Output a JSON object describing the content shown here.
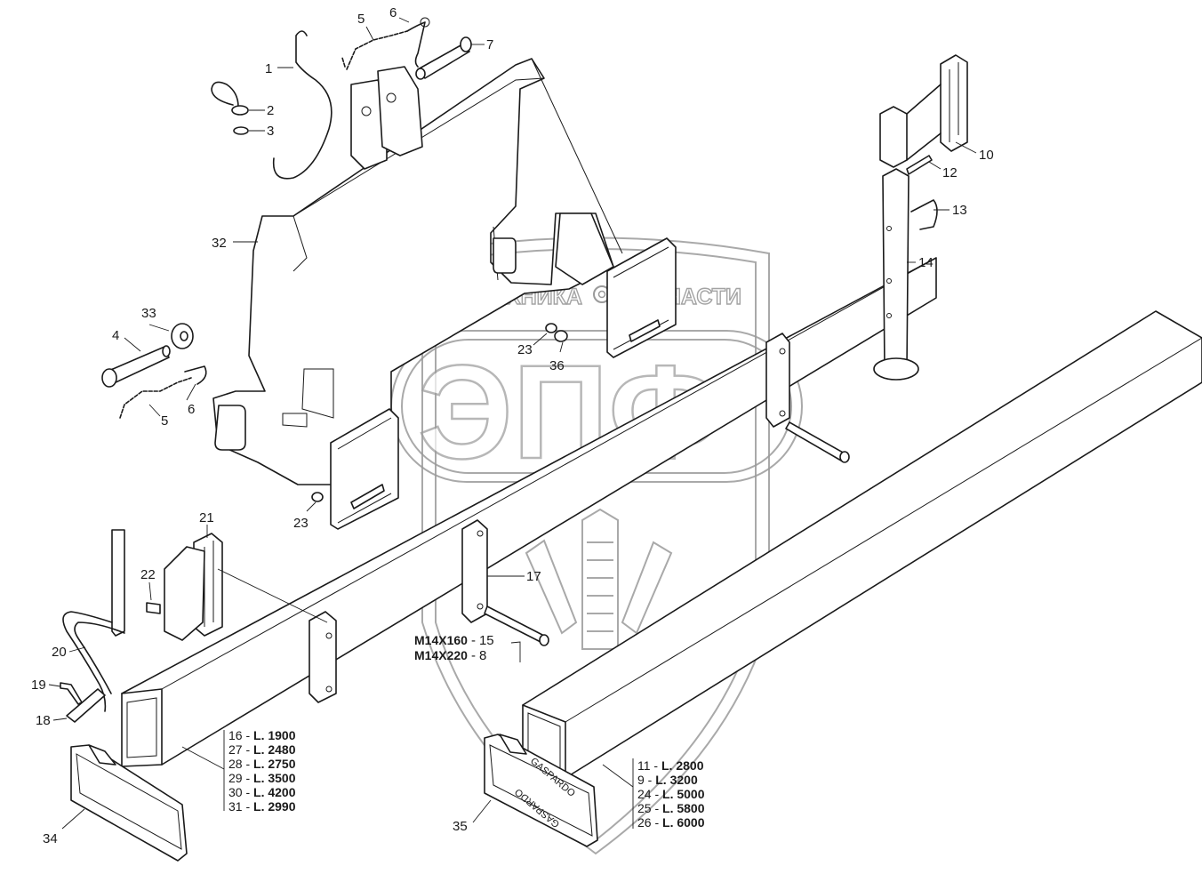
{
  "callouts": {
    "c1": "1",
    "c2": "2",
    "c3": "3",
    "c4": "4",
    "c5a": "5",
    "c5b": "5",
    "c6a": "6",
    "c6b": "6",
    "c7": "7",
    "c10": "10",
    "c12": "12",
    "c13": "13",
    "c14": "14",
    "c17": "17",
    "c18": "18",
    "c19": "19",
    "c20": "20",
    "c21": "21",
    "c22": "22",
    "c23a": "23",
    "c23b": "23",
    "c32": "32",
    "c33": "33",
    "c34": "34",
    "c35": "35",
    "c36": "36"
  },
  "bolts": {
    "b1_size": "M14X160",
    "b1_sep": "-",
    "b1_num": "15",
    "b2_size": "M14X220",
    "b2_sep": "-",
    "b2_num": "8"
  },
  "lengths_short": [
    {
      "num": "16",
      "sep": " - ",
      "len": "L. 1900"
    },
    {
      "num": "27",
      "sep": " - ",
      "len": "L. 2480"
    },
    {
      "num": "28",
      "sep": " - ",
      "len": "L. 2750"
    },
    {
      "num": "29",
      "sep": " - ",
      "len": "L. 3500"
    },
    {
      "num": "30",
      "sep": " - ",
      "len": "L. 4200"
    },
    {
      "num": "31",
      "sep": " - ",
      "len": "L. 2990"
    }
  ],
  "lengths_long": [
    {
      "num": "11",
      "sep": " - ",
      "len": "L. 2800"
    },
    {
      "num": "9",
      "sep": " - ",
      "len": "L. 3200"
    },
    {
      "num": "24",
      "sep": " - ",
      "len": "L. 5000"
    },
    {
      "num": "25",
      "sep": " - ",
      "len": "L. 5800"
    },
    {
      "num": "26",
      "sep": " - ",
      "len": "L. 6000"
    }
  ],
  "brand_label": "GASPARDO",
  "watermark": {
    "left_word": "ТЕХНИКА",
    "right_word": "ЗАПЧАСТИ",
    "monogram": "ЭПФ"
  }
}
